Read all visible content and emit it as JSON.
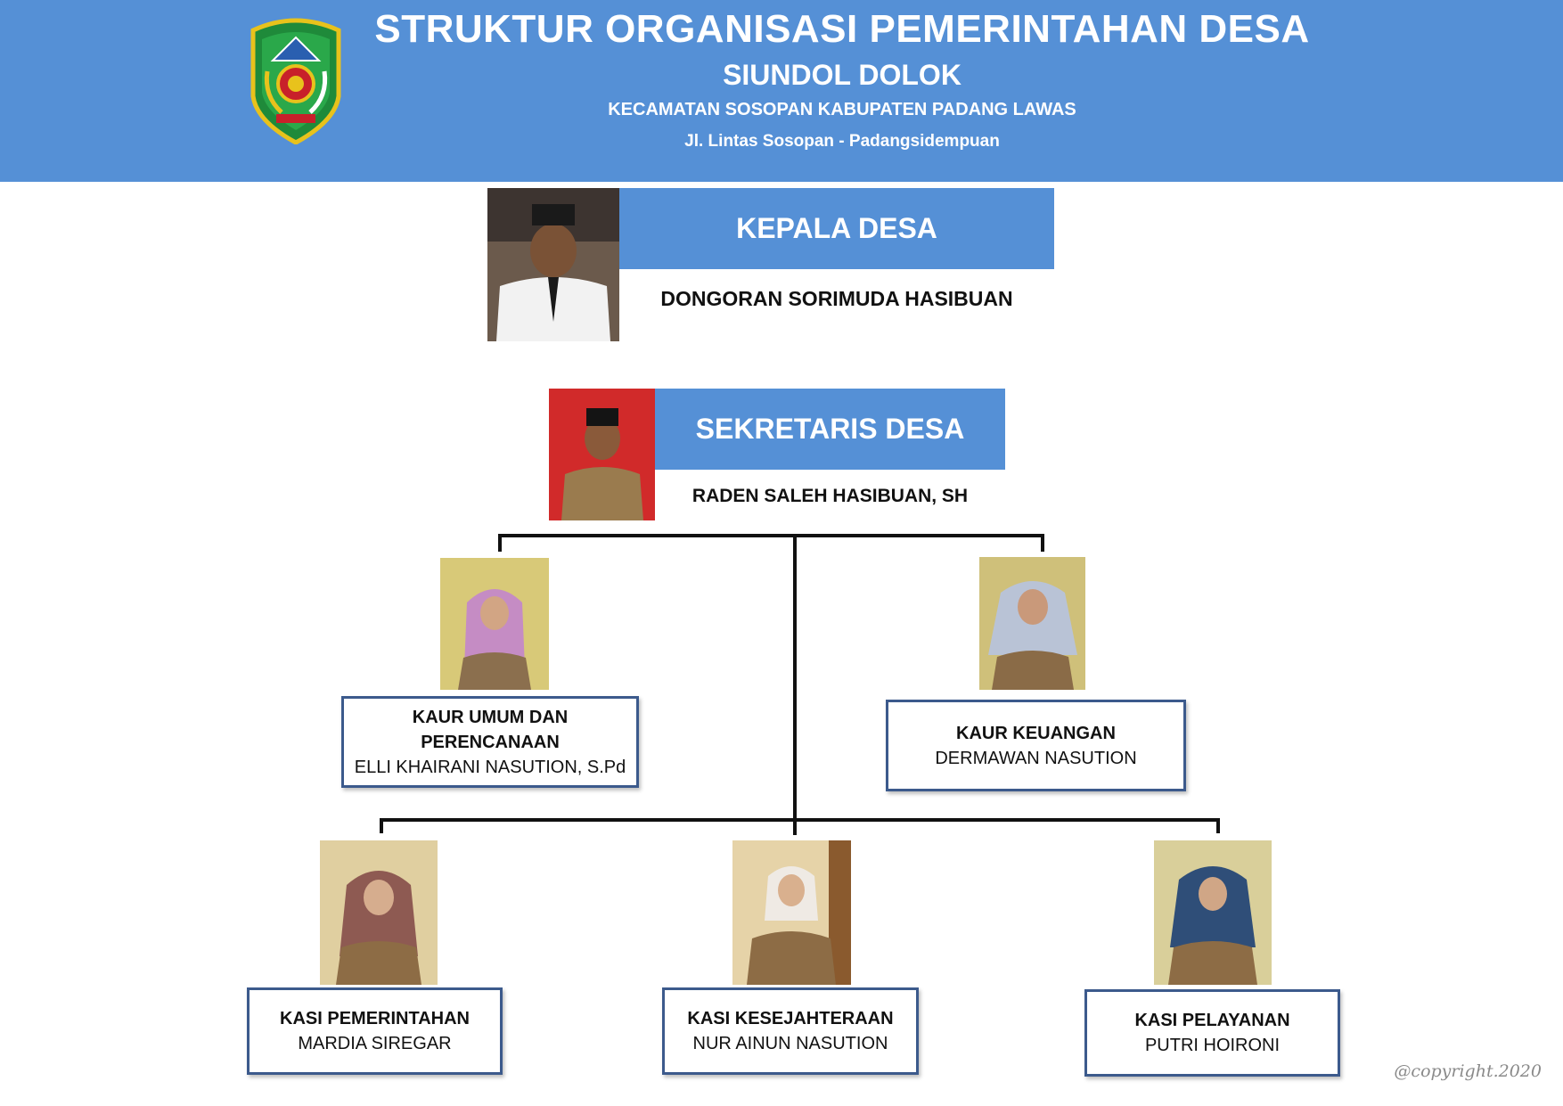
{
  "header": {
    "title": "STRUKTUR ORGANISASI PEMERINTAHAN DESA",
    "subtitle": "SIUNDOL DOLOK",
    "district": "KECAMATAN SOSOPAN KABUPATEN PADANG LAWAS",
    "address": "Jl. Lintas Sosopan - Padangsidempuan",
    "brand_color": "#5590d6"
  },
  "head": {
    "role": "KEPALA DESA",
    "name": "DONGORAN SORIMUDA HASIBUAN"
  },
  "secretary": {
    "role": "SEKRETARIS DESA",
    "name": "RADEN SALEH HASIBUAN, SH"
  },
  "kaur": [
    {
      "role_line1": "KAUR UMUM DAN",
      "role_line2": "PERENCANAAN",
      "name": "ELLI KHAIRANI NASUTION, S.Pd"
    },
    {
      "role": "KAUR KEUANGAN",
      "name": "DERMAWAN NASUTION"
    }
  ],
  "kasi": [
    {
      "role": "KASI PEMERINTAHAN",
      "name": "MARDIA SIREGAR"
    },
    {
      "role": "KASI KESEJAHTERAAN",
      "name": "NUR AINUN NASUTION"
    },
    {
      "role": "KASI PELAYANAN",
      "name": "PUTRI HOIRONI"
    }
  ],
  "footer": {
    "copyright": "@copyright.2020"
  },
  "colors": {
    "banner": "#5590d6",
    "box_border": "#3c5a8c",
    "line": "#111111"
  }
}
